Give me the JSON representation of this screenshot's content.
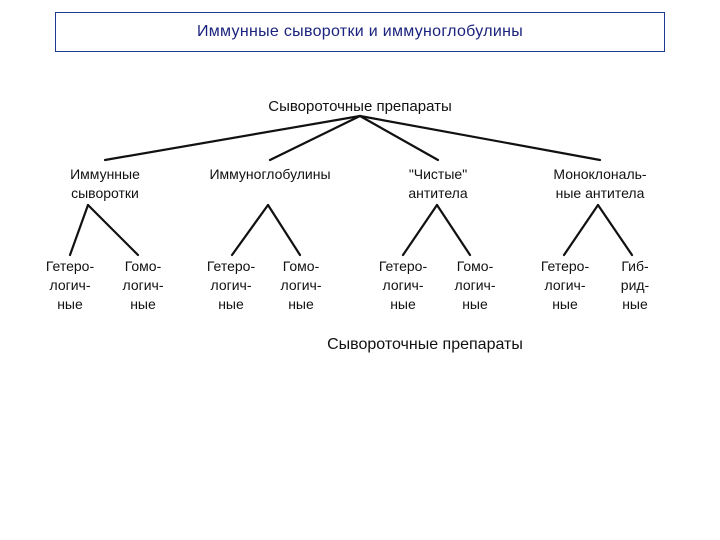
{
  "slide": {
    "title": "Иммунные сыворотки и иммуноглобулины"
  },
  "diagram": {
    "root": "Сывороточные препараты",
    "caption": "Сывороточные препараты",
    "groups": [
      {
        "label": "Иммунные\nсыворотки",
        "children": [
          "Гетеро-\nлогич-\nные",
          "Гомо-\nлогич-\nные"
        ]
      },
      {
        "label": "Иммуноглобулины",
        "children": [
          "Гетеро-\nлогич-\nные",
          "Гомо-\nлогич-\nные"
        ]
      },
      {
        "label": "\"Чистые\"\nантитела",
        "children": [
          "Гетеро-\nлогич-\nные",
          "Гомо-\nлогич-\nные"
        ]
      },
      {
        "label": "Моноклональ-\nные антитела",
        "children": [
          "Гетеро-\nлогич-\nные",
          "Гиб-\nрид-\nные"
        ]
      }
    ]
  }
}
